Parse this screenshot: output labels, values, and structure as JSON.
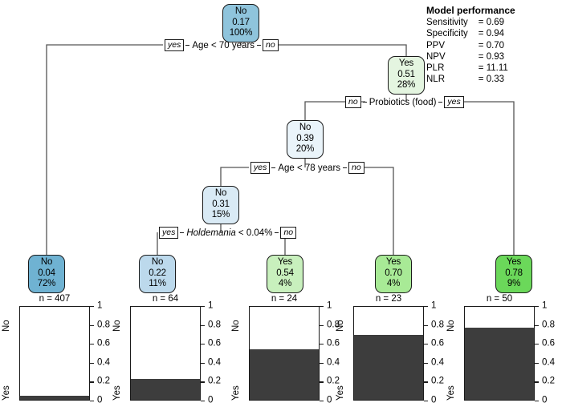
{
  "chart_data": {
    "type": "tree",
    "title": "",
    "root": {
      "class": "No",
      "probability": "0.17",
      "share": "100%"
    },
    "splits": [
      {
        "id": "age70",
        "left_label": "yes",
        "condition": "Age < 70 years",
        "right_label": "no",
        "italic": false
      },
      {
        "id": "probiotics",
        "left_label": "no",
        "condition": "Probiotics (food)",
        "right_label": "yes",
        "italic": false
      },
      {
        "id": "age78",
        "left_label": "yes",
        "condition": "Age < 78 years",
        "right_label": "no",
        "italic": false
      },
      {
        "id": "holdemania",
        "left_label": "yes",
        "condition_italic": "Holdemania",
        "condition_rest": " < 0.04%",
        "right_label": "no",
        "italic": true
      }
    ],
    "nodes": [
      {
        "id": "root",
        "class": "No",
        "probability": "0.17",
        "share": "100%",
        "color": "#8fc4dc",
        "kind": "internal"
      },
      {
        "id": "n_yes51",
        "class": "Yes",
        "probability": "0.51",
        "share": "28%",
        "color": "#e4f5e0",
        "kind": "internal"
      },
      {
        "id": "n_no39",
        "class": "No",
        "probability": "0.39",
        "share": "20%",
        "color": "#eaf4fa",
        "kind": "internal"
      },
      {
        "id": "n_no31",
        "class": "No",
        "probability": "0.31",
        "share": "15%",
        "color": "#d9eaf5",
        "kind": "internal"
      },
      {
        "id": "leaf1",
        "class": "No",
        "probability": "0.04",
        "share": "72%",
        "color": "#6fb2d2",
        "kind": "leaf"
      },
      {
        "id": "leaf2",
        "class": "No",
        "probability": "0.22",
        "share": "11%",
        "color": "#bcd9ec",
        "kind": "leaf"
      },
      {
        "id": "leaf3",
        "class": "Yes",
        "probability": "0.54",
        "share": "4%",
        "color": "#c8f0bd",
        "kind": "leaf"
      },
      {
        "id": "leaf4",
        "class": "Yes",
        "probability": "0.70",
        "share": "4%",
        "color": "#a8ea96",
        "kind": "leaf"
      },
      {
        "id": "leaf5",
        "class": "Yes",
        "probability": "0.78",
        "share": "9%",
        "color": "#6bd85a",
        "kind": "leaf"
      }
    ],
    "bar_charts": [
      {
        "id": "bar1",
        "n_label": "n = 407",
        "n": 407,
        "yes_fraction": 0.04,
        "top_label": "No",
        "bottom_label": "Yes",
        "ylim": [
          0,
          1
        ],
        "yticks": [
          "0",
          "0.2",
          "0.4",
          "0.6",
          "0.8",
          "1"
        ]
      },
      {
        "id": "bar2",
        "n_label": "n = 64",
        "n": 64,
        "yes_fraction": 0.22,
        "top_label": "No",
        "bottom_label": "Yes",
        "ylim": [
          0,
          1
        ],
        "yticks": [
          "0",
          "0.2",
          "0.4",
          "0.6",
          "0.8",
          "1"
        ]
      },
      {
        "id": "bar3",
        "n_label": "n = 24",
        "n": 24,
        "yes_fraction": 0.54,
        "top_label": "No",
        "bottom_label": "Yes",
        "ylim": [
          0,
          1
        ],
        "yticks": [
          "0",
          "0.2",
          "0.4",
          "0.6",
          "0.8",
          "1"
        ]
      },
      {
        "id": "bar4",
        "n_label": "n = 23",
        "n": 23,
        "yes_fraction": 0.7,
        "top_label": "No",
        "bottom_label": "Yes",
        "ylim": [
          0,
          1
        ],
        "yticks": [
          "0",
          "0.2",
          "0.4",
          "0.6",
          "0.8",
          "1"
        ]
      },
      {
        "id": "bar5",
        "n_label": "n = 50",
        "n": 50,
        "yes_fraction": 0.78,
        "top_label": "No",
        "bottom_label": "Yes",
        "ylim": [
          0,
          1
        ],
        "yticks": [
          "0",
          "0.2",
          "0.4",
          "0.6",
          "0.8",
          "1"
        ]
      }
    ],
    "bar_fill_color": "#3d3d3d",
    "line_color": "#555555"
  },
  "performance": {
    "title": "Model performance",
    "metrics": [
      {
        "name": "Sensitivity",
        "value": "= 0.69"
      },
      {
        "name": "Specificity",
        "value": "= 0.94"
      },
      {
        "name": "PPV",
        "value": "= 0.70"
      },
      {
        "name": "NPV",
        "value": "= 0.93"
      },
      {
        "name": "PLR",
        "value": "= 11.11"
      },
      {
        "name": "NLR",
        "value": "= 0.33"
      }
    ]
  }
}
